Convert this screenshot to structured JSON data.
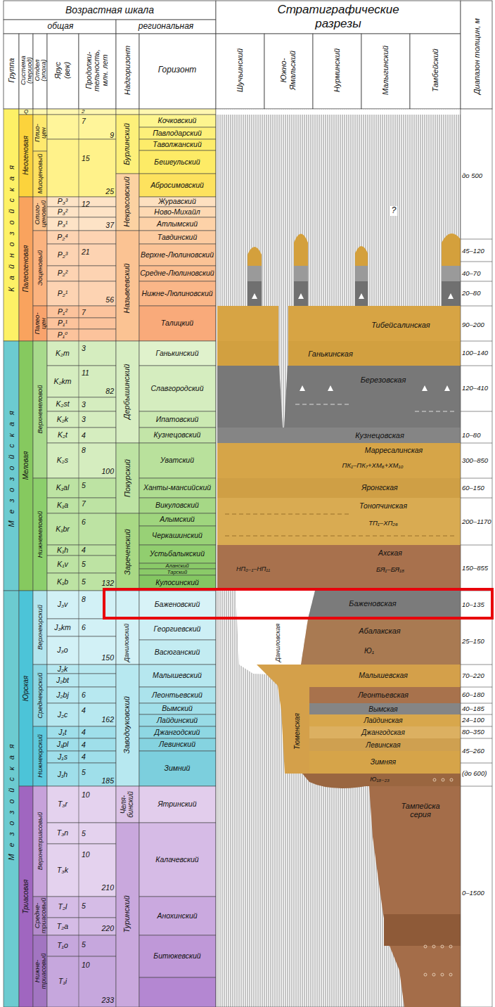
{
  "diagram": {
    "labels": [
      "Возрастная шкала",
      "общая",
      "региональная",
      "Стратиграфические разрезы",
      "Диапазон толщин, м",
      "Группа",
      "Система (период)",
      "Отдел (эпоха)",
      "Ярус (век)",
      "Продолжи- тельность, млн. лет",
      "Надгоризонт",
      "Горизонт",
      "Шучьинский",
      "Южно- Ямальский",
      "Нурминский",
      "Малыгинский",
      "Тамбейский",
      "Кайнозойская",
      "Мезозойская",
      "Мезозойская",
      "Q",
      "Неогеновая",
      "Палеогеновая",
      "Меловая",
      "Юрская",
      "Триасовая",
      "Плио- цен",
      "Миоценовый",
      "Олиго- ценовый",
      "Эоценовый",
      "Палео- цен",
      "Верхнемеловой",
      "Нижнемеловой",
      "Верхнеюрский",
      "Среднеюрский",
      "Нижнеюрский",
      "Верхнетриасовый",
      "Средне- триасовый",
      "Нижне- триасовый",
      "P₃³",
      "P₃²",
      "P₃¹",
      "P₂⁴",
      "P₂³",
      "P₂²",
      "P₂¹",
      "P₁²",
      "P₁¹",
      "P₁⁰",
      "K₂m",
      "K₂km",
      "K₂st",
      "K₂k",
      "K₂t",
      "K₂s",
      "K₁al",
      "K₁a",
      "K₁br",
      "K₁h",
      "K₁v",
      "K₁b",
      "J₃v",
      "J₃km",
      "J₃o",
      "J₂k",
      "J₂bt",
      "J₂bj",
      "J₂c",
      "J₁t",
      "J₁pl",
      "J₁s",
      "J₁h",
      "T₃r",
      "T₃n",
      "T₃k",
      "T₂l",
      "T₂a",
      "T₁o",
      "T₁i",
      "2",
      "7",
      "9",
      "15",
      "25",
      "12",
      "37",
      "21",
      "56",
      "7",
      "3",
      "11",
      "82",
      "3",
      "3",
      "4",
      "8",
      "100",
      "5",
      "7",
      "6",
      "4",
      "5",
      "5",
      "132",
      "8",
      "6",
      "150",
      "6",
      "4",
      "162",
      "4",
      "4",
      "4",
      "5",
      "185",
      "10",
      "5",
      "10",
      "210",
      "5",
      "220",
      "5",
      "10",
      "233",
      "Бурлинский",
      "Некрасовский",
      "Назьвеевский",
      "Дербышинский",
      "Покурский",
      "Зареченский",
      "Даниловский",
      "Заводоуковский",
      "Челя- бинский",
      "Туринский",
      "Кочковский",
      "Павлодарский",
      "Таволжанский",
      "Бешеульский",
      "Абросимовский",
      "Журавский",
      "Ново-Михайл",
      "Атлымский",
      "Тавдинский",
      "Верхне-Люлиновский",
      "Средне-Люлиновский",
      "Нижне-Люлиновский",
      "Талицкий",
      "Ганькинский",
      "Славгородский",
      "Ипатовский",
      "Кузнецовский",
      "Уватский",
      "Ханты-мансийский",
      "Викуловский",
      "Алымский",
      "Черкашинский",
      "Устьбалыкский",
      "Аланский",
      "Тарский",
      "Кулосинский",
      "Баженовский",
      "Георгиевский",
      "Васюганский",
      "Малышевский",
      "Леонтьевский",
      "Вымский",
      "Лайдинский",
      "Джангодский",
      "Левинский",
      "Зимний",
      "Ятринский",
      "Калачевский",
      "Анохинский",
      "Битюкевский",
      "?",
      "Тибейсалинская",
      "Ганькинская",
      "Березовская",
      "Кузнецовская",
      "Марресалинская",
      "ПК₁–ПК₇+ХМ₆+ХМ₁₀",
      "Яронгская",
      "Тонопчинская",
      "ТП₁–ХП₂₆",
      "Ахская",
      "БЯ₁–БЯ₁₈",
      "НП₀₋₁–НП₁₁",
      "Баженовская",
      "Даниловская",
      "Абалакская",
      "Ю₁",
      "Тюменская",
      "Малышевская",
      "Леонтьевская",
      "Вымская",
      "Лайдинская",
      "Джангодская",
      "Левинская",
      "Зимняя",
      "Ю₁₈₋₂₃",
      "Тампейска серия",
      "до 500",
      "45–120",
      "40–70",
      "20–80",
      "90–200",
      "100–140",
      "120–410",
      "10–80",
      "300–850",
      "60–150",
      "200–1170",
      "150–855",
      "10–135",
      "25–150",
      "70–220",
      "60–180",
      "40–185",
      "24–100",
      "80–350",
      "45–260",
      "(до 600)",
      "0–1500"
    ]
  }
}
